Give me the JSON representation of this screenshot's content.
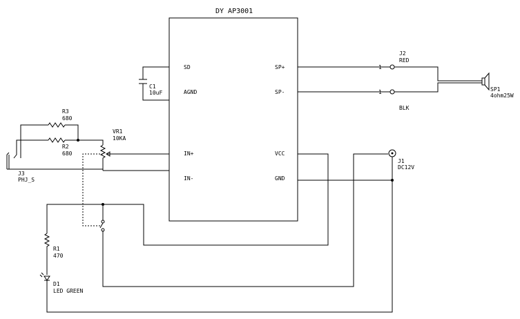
{
  "ic": {
    "title": "DY AP3001",
    "pins": {
      "sd": "SD",
      "agnd": "AGND",
      "sp_plus": "SP+",
      "sp_minus": "SP-",
      "in_plus": "IN+",
      "in_minus": "IN-",
      "vcc": "VCC",
      "gnd": "GND"
    }
  },
  "components": {
    "c1": {
      "ref": "C1",
      "value": "10uF"
    },
    "j2": {
      "ref": "J2",
      "red": "RED",
      "blk": "BLK",
      "pin1a": "1",
      "pin1b": "1"
    },
    "sp1": {
      "ref": "SP1",
      "value": "4ohm25W"
    },
    "r3": {
      "ref": "R3",
      "value": "680"
    },
    "r2": {
      "ref": "R2",
      "value": "680"
    },
    "vr1": {
      "ref": "VR1",
      "value": "10KA"
    },
    "j3": {
      "ref": "J3",
      "value": "PHJ_S"
    },
    "j1": {
      "ref": "J1",
      "value": "DC12V"
    },
    "r1": {
      "ref": "R1",
      "value": "470"
    },
    "d1": {
      "ref": "D1",
      "value": "LED GREEN"
    }
  }
}
